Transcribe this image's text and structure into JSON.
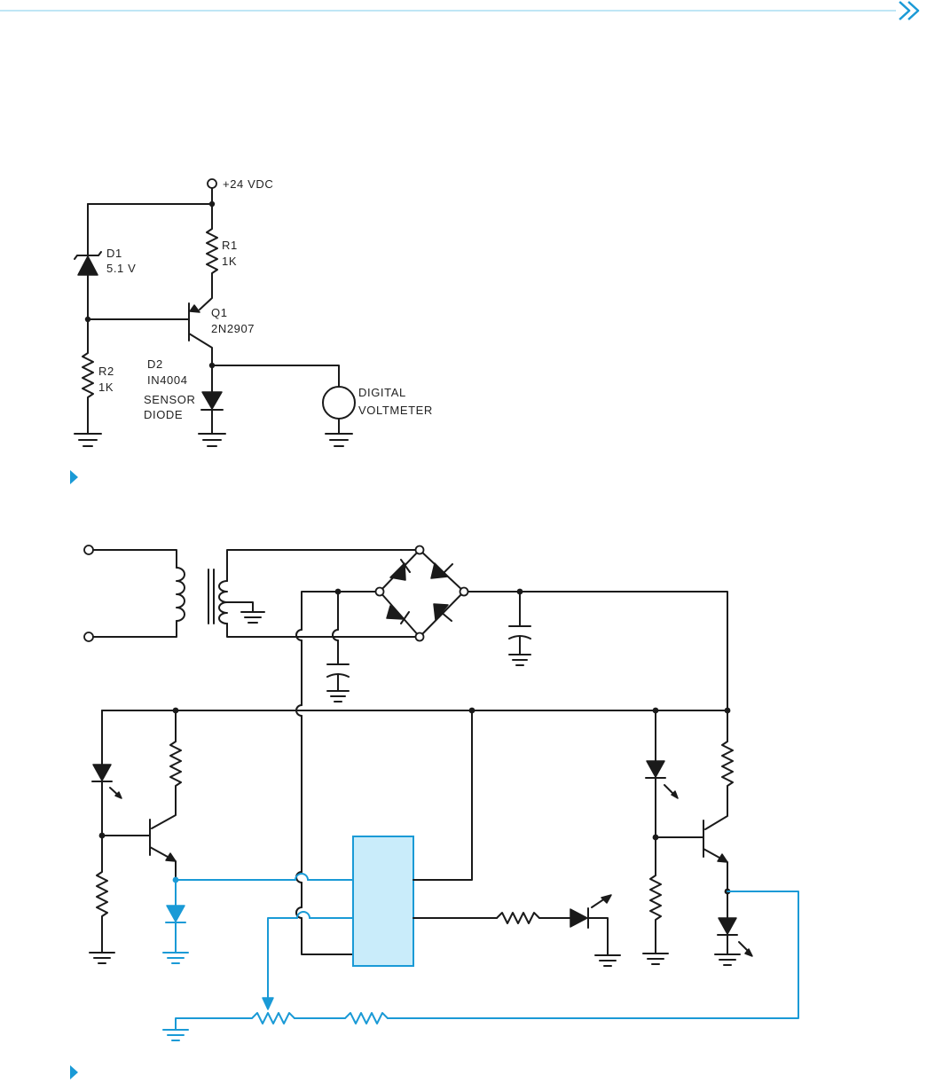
{
  "theme": {
    "accent": "#1a9ad6",
    "ink": "#1a1a1a",
    "ic_fill": "#c9ecfa",
    "header_line": "#bfe6f5"
  },
  "figure1": {
    "supply_label": "+24 VDC",
    "d1": {
      "name": "D1",
      "value": "5.1 V"
    },
    "r1": {
      "name": "R1",
      "value": "1K"
    },
    "q1": {
      "name": "Q1",
      "part": "2N2907"
    },
    "r2": {
      "name": "R2",
      "value": "1K"
    },
    "d2": {
      "name": "D2",
      "part": "IN4004",
      "role_line1": "SENSOR",
      "role_line2": "DIODE"
    },
    "meter": {
      "line1": "DIGITAL",
      "line2": "VOLTMETER"
    }
  },
  "icons": {
    "header": "double-chevron-right-icon",
    "caption_marker": "triangle-marker-icon"
  }
}
